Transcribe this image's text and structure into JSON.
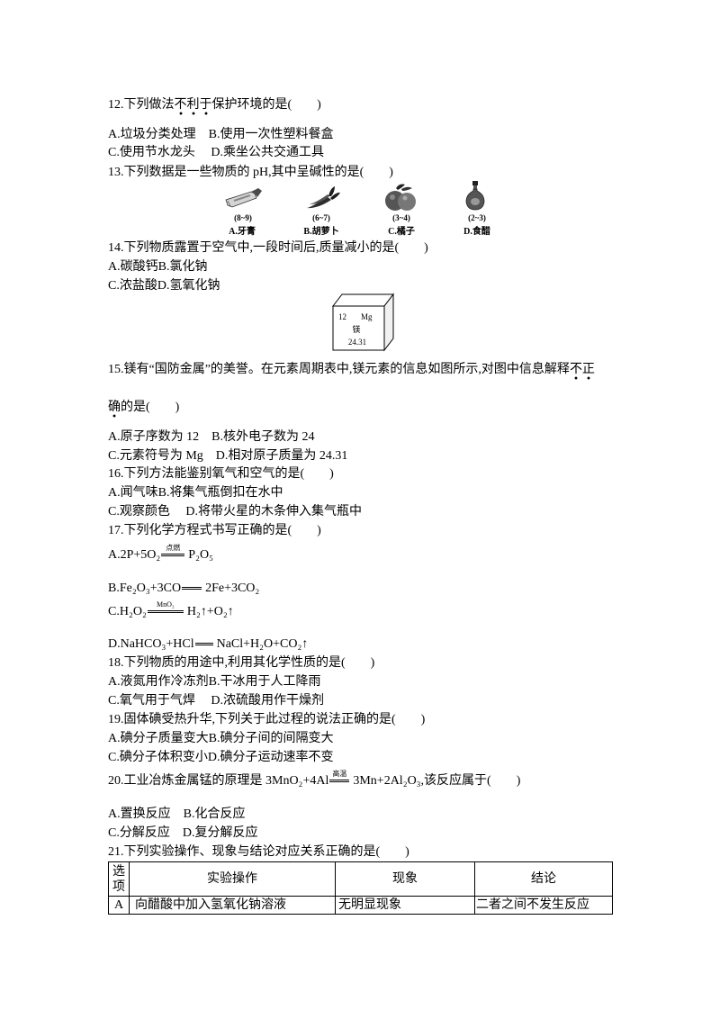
{
  "q12": {
    "stem_before": "12.下列做法",
    "stem_emphasis": "不利于",
    "stem_after": "保护环境的是(　　)",
    "option_line_1": "A.垃圾分类处理　B.使用一次性塑料餐盒",
    "option_line_2": "C.使用节水龙头　 D.乘坐公共交通工具"
  },
  "q13": {
    "stem": "13.下列数据是一些物质的 pH,其中呈碱性的是(　　)",
    "items": [
      {
        "ph": "(8~9)",
        "label": "A.牙膏",
        "icon": "toothpaste-image"
      },
      {
        "ph": "(6~7)",
        "label": "B.胡萝卜",
        "icon": "carrot-image"
      },
      {
        "ph": "(3~4)",
        "label": "C.橘子",
        "icon": "orange-image"
      },
      {
        "ph": "(2~3)",
        "label": "D.食醋",
        "icon": "vinegar-bottle-image"
      }
    ]
  },
  "q14": {
    "stem": "14.下列物质露置于空气中,一段时间后,质量减小的是(　　)",
    "option_line_1": "A.碳酸钙B.氯化钠",
    "option_line_2": "C.浓盐酸D.氢氧化钠"
  },
  "q15": {
    "element_card": {
      "atomic_number": "12",
      "symbol": "Mg",
      "name": "镁",
      "atomic_mass": "24.31"
    },
    "stem_line_1_before": "15.镁有“国防金属”的美誉。在元素周期表中,镁元素的信息如图所示,对图中信息解释",
    "stem_line_1_emphasis": "不正",
    "stem_line_2_emphasis": "确",
    "stem_line_2_after": "的是(　　)",
    "option_line_1": "A.原子序数为 12　B.核外电子数为 24",
    "option_line_2": "C.元素符号为 Mg　D.相对原子质量为 24.31"
  },
  "q16": {
    "stem": "16.下列方法能鉴别氧气和空气的是(　　)",
    "option_line_1": "A.闻气味B.将集气瓶倒扣在水中",
    "option_line_2": "C.观察颜色　 D.将带火星的木条伸入集气瓶中"
  },
  "q17": {
    "stem": "17.下列化学方程式书写正确的是(　　)",
    "options": [
      {
        "reactants": "A.2P+5O₂",
        "condition": "点燃",
        "products": "P₂O₅"
      },
      {
        "reactants": "B.Fe₂O₃+3CO",
        "products": "2Fe+3CO₂"
      },
      {
        "reactants": "C.H₂O₂",
        "condition": "MnO₂",
        "products": "H₂↑+O₂↑"
      },
      {
        "reactants": "D.NaHCO₃+HCl",
        "products": "NaCl+H₂O+CO₂↑"
      }
    ]
  },
  "q18": {
    "stem": "18.下列物质的用途中,利用其化学性质的是(　　)",
    "option_line_1": "A.液氮用作冷冻剂B.干冰用于人工降雨",
    "option_line_2": "C.氧气用于气焊　 D.浓硫酸用作干燥剂"
  },
  "q19": {
    "stem": "19.固体碘受热升华,下列关于此过程的说法正确的是(　　)",
    "option_line_1": "A.碘分子质量变大B.碘分子间的间隔变大",
    "option_line_2": "C.碘分子体积变小D.碘分子运动速率不变"
  },
  "q20": {
    "stem_before": "20.工业冶炼金属锰的原理是 3MnO₂+4Al",
    "condition": "高温",
    "stem_after": "3Mn+2Al₂O₃,该反应属于(　　)",
    "option_line_1": "A.置换反应　B.化合反应",
    "option_line_2": "C.分解反应　D.复分解反应"
  },
  "q21": {
    "stem": "21.下列实验操作、现象与结论对应关系正确的是(　　)",
    "table": {
      "headers": [
        "选项",
        "实验操作",
        "现象",
        "结论"
      ],
      "rows": [
        [
          "A",
          "向醋酸中加入氢氧化钠溶液",
          "无明显现象",
          "二者之间不发生反应"
        ]
      ]
    }
  }
}
